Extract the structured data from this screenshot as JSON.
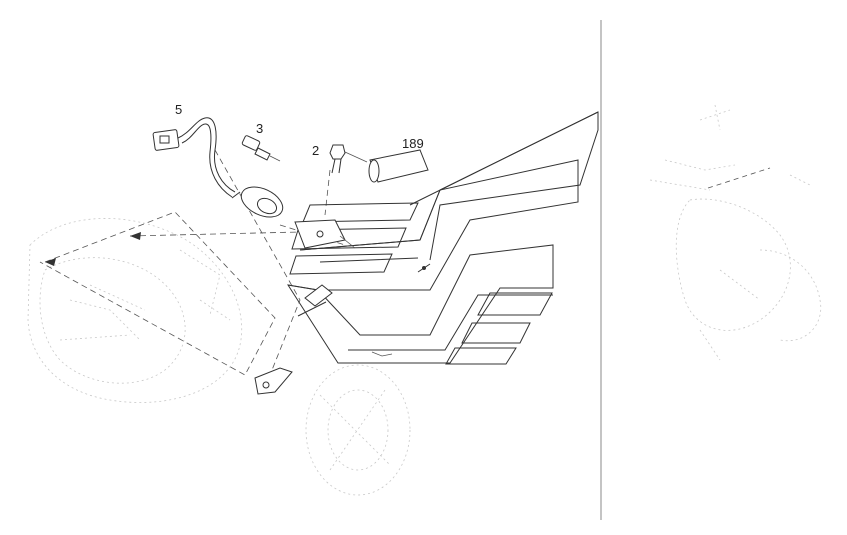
{
  "diagram": {
    "callouts": [
      {
        "id": "5",
        "label": "5"
      },
      {
        "id": "3",
        "label": "3"
      },
      {
        "id": "2",
        "label": "2"
      },
      {
        "id": "189",
        "label": "189"
      }
    ]
  }
}
